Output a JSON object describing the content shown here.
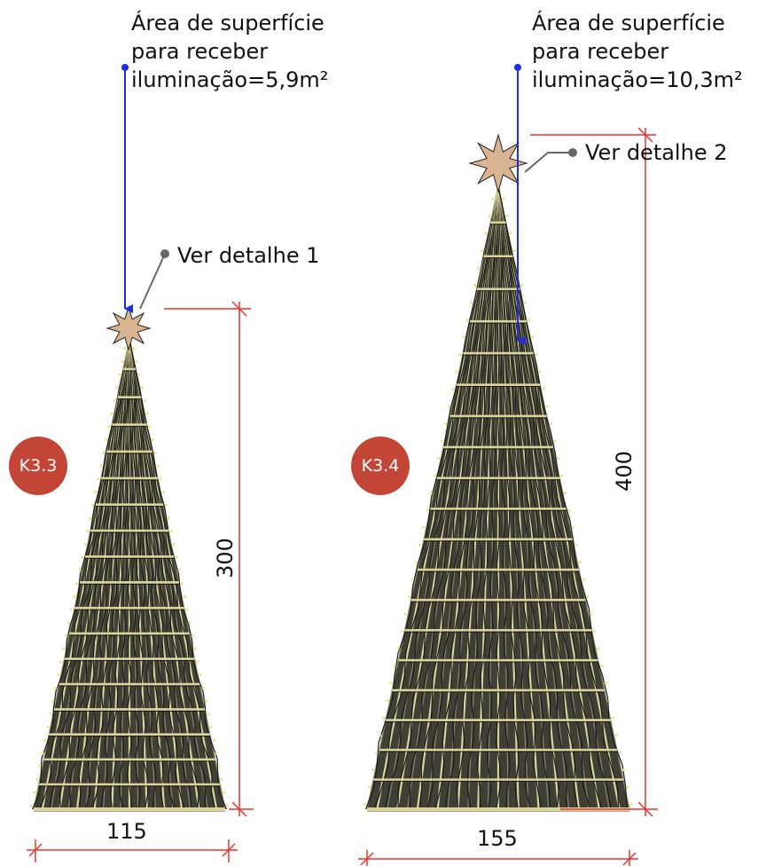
{
  "colors": {
    "dimension": "#e8342c",
    "pointer": "#1f2ee0",
    "leader": "#666666",
    "badge": "#c24536",
    "frame": "#d8d49a",
    "lights": "#1a1a1a",
    "star": "#d9b490"
  },
  "tree_left": {
    "badge": "K3.3",
    "area_line1": "Área de superfície",
    "area_line2": "para receber",
    "area_line3": "iluminação=5,9m²",
    "detail_label": "Ver detalhe 1",
    "height_label": "300",
    "width_label": "115"
  },
  "tree_right": {
    "badge": "K3.4",
    "area_line1": "Área de superfície",
    "area_line2": "para receber",
    "area_line3": "iluminação=10,3m²",
    "detail_label": "Ver detalhe 2",
    "height_label": "400",
    "width_label": "155"
  }
}
